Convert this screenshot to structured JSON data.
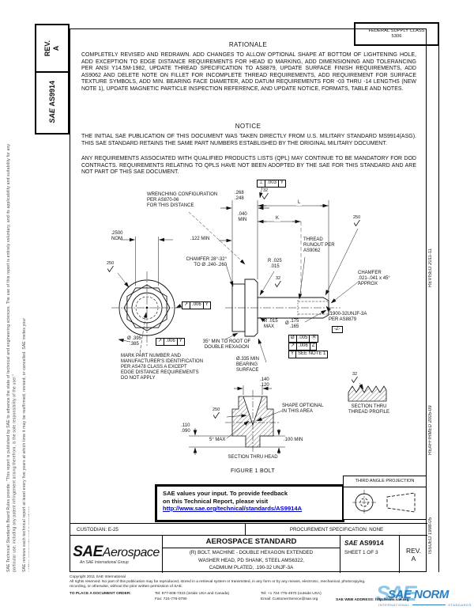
{
  "stamp": {
    "line1": "FEDERAL SUPPLY CLASS",
    "line2": "5306"
  },
  "side_left": {
    "rev_label": "REV.",
    "rev_value": "A",
    "sae": "SAE",
    "doc": "AS9914",
    "disclaimer1": "SAE Technical Standards Board Rules provide: \"This report is published by SAE to advance the state of technical and engineering sciences. The use of this report is entirely voluntary, and its applicability and suitability for any particular use, including any patent infringement arising therefrom, is the sole responsibility of the user.\"",
    "disclaimer2": "SAE reviews each technical report at least every five years at which time it may be reaffirmed, revised, or cancelled. SAE invites your written comments and suggestions."
  },
  "side_right": {
    "revised": "REVISED 2011-11",
    "reaffirmed": "REAFFIRMED 2005-09",
    "issued": "ISSUED 1998-05"
  },
  "rationale": {
    "heading": "RATIONALE",
    "body": "COMPLETELY REVISED AND REDRAWN.  ADD CHANGES TO ALLOW OPTIONAL SHAPE AT BOTTOM OF LIGHTENING HOLE, ADD EXCEPTION TO EDGE DISTANCE REQUIREMENTS FOR HEAD ID MARKING, ADD DIMENSIONING AND TOLERANCING PER ANSI Y14.5M-1982, UPDATE THREAD SPECIFICATION TO AS8879, UPDATE SURFACE FINISH REQUIREMENTS, ADD AS9062 AND DELETE NOTE ON FILLET FOR INCOMPLETE THREAD REQUIREMENTS, ADD REQUIREMENT FOR SURFACE TEXTURE SYMBOLS, ADD MIN. BEARING FACE DIAMETER, ADD DATUM REQUIREMENTS FOR -03 THRU -14 LENGTHS (NEW NOTE 1), UPDATE MAGNETIC PARTICLE INSPECTION REFERENCE, AND UPDATE NOTICE, FORMATS, TABLE AND NOTES."
  },
  "notice": {
    "heading": "NOTICE",
    "para1": "THE INITIAL SAE PUBLICATION OF THIS DOCUMENT WAS TAKEN DIRECTLY FROM U.S. MILITARY STANDARD MS9914(ASG).  THIS SAE STANDARD RETAINS THE SAME PART NUMBERS ESTABLISHED BY THE ORIGINAL MILITARY DOCUMENT.",
    "para2": "ANY REQUIREMENTS ASSOCIATED WITH QUALIFIED PRODUCTS LISTS (QPL) MAY CONTINUE TO BE MANDATORY FOR DOD CONTRACTS.  REQUIREMENTS RELATING TO QPLS HAVE NOT BEEN ADOPTED BY THE SAE FOR THIS STANDARD AND ARE NOT PART OF THIS SAE DOCUMENT."
  },
  "drawing": {
    "wrench1": "WRENCHING CONFIGURATION",
    "wrench2": "PER AS870-06",
    "wrench3": "FOR THIS DISTANCE",
    "dim_2500": ".2500",
    "dim_2500b": "NOM",
    "dim_122": ".122 MIN",
    "dim_268": ".268",
    "dim_248": ".248",
    "dim_040": ".040",
    "dim_040b": "MIN",
    "dim_L": "L",
    "dim_K": "K",
    "sf32": "32",
    "sf250": "250",
    "fcf_perp_sym": "⊥",
    "fcf_perp_val": ".003",
    "fcf_perp_dat": "Y",
    "chamfer_head1": "CHAMFER 28°-32°",
    "chamfer_head2": "TO Ø .240-.260",
    "runout1": "THREAD",
    "runout2": "RUNOUT PER",
    "runout3": "AS9062",
    "r025": "R .025",
    "r015": ".015",
    "chamfer_end1": "CHAMFER",
    "chamfer_end2": ".021-.041 x 45°",
    "chamfer_end3": "APPROX",
    "fcf_ro_sym": "↗",
    "fcf_ro_val": ".006",
    "fcf_ro_dat": "Y",
    "r015max1": "R .015",
    "r015max2": "MAX",
    "thread_callout1": ".1900-32UNJF-3A",
    "thread_callout2": "PER AS8879",
    "datum_z": "-Z-",
    "dia_sym": "Ø",
    "dim_175": ".175",
    "dim_165": ".165",
    "fcf_pos_sym": "Ø",
    "fcf_pos_val": ".005",
    "fcf_pos_mod": "Ⓜ",
    "fcf_ro2_sym": "↗",
    "fcf_ro2_val": ".006",
    "fcf_ro2_dat": "Z",
    "fcf_y": "Y",
    "fcf_y_note": "SEE NOTE 1",
    "dim_395": "Ø .395",
    "dim_385": ".385",
    "hex35_1": "35° MIN TO ROOT OF",
    "hex35_2": "DOUBLE HEXAGON",
    "bearing1": "Ø.335 MIN",
    "bearing2": "BEARING",
    "bearing3": "SURFACE",
    "mark1": "MARK PART NUMBER AND",
    "mark2": "MANUFACTURER'S IDENTIFICATION",
    "mark3": "PER AS478 CLASS A EXCEPT",
    "mark4": "EDGE DISTANCE REQUIREMENTS",
    "mark5": "DO NOT APPLY",
    "dim_140": ".140",
    "dim_120": ".120",
    "shape1": "SHAPE OPTIONAL",
    "shape2": "IN THIS AREA",
    "sect_thread1": "SECTION THRU",
    "sect_thread2": "THREAD PROFILE",
    "dim_110": ".110",
    "dim_090": ".090",
    "deg5": "5° MAX",
    "dim_100": ".100 MIN",
    "sect_head": "SECTION THRU HEAD",
    "figure": "FIGURE 1   BOLT"
  },
  "feedback": {
    "line1": "SAE values your input. To provide feedback",
    "line2": "on this Technical Report, please visit",
    "link": "http://www.sae.org/technical/standards/AS9914A"
  },
  "projection": {
    "title": "THIRD ANGLE PROJECTION"
  },
  "info_row": {
    "custodian": "CUSTODIAN: E-25",
    "procurement": "PROCUREMENT SPECIFICATION: NONE"
  },
  "title_block": {
    "sae": "SAE",
    "aerospace": "Aerospace",
    "tagline": "An SAE International Group",
    "standard": "AEROSPACE STANDARD",
    "title1": "(R) BOLT, MACHINE - DOUBLE HEXAGON EXTENDED",
    "title2": "WASHER HEAD, PD SHANK, STEEL AMS6322,",
    "title3": "CADMIUM PLATED, .190-32 UNJF-3A",
    "doc_sae": "SAE",
    "doc_number": "AS9914",
    "sheet": "SHEET 1 OF 3",
    "rev_label": "REV.",
    "rev_value": "A"
  },
  "footer": {
    "copyright": "Copyright 2011 SAE International",
    "rights1": "All rights reserved. No part of this publication may be reproduced, stored in a retrieval system or transmitted, in any form or by any means, electronic, mechanical, photocopying,",
    "rights2": "recording, or otherwise, without the prior written permission of SAE.",
    "order": "TO PLACE A DOCUMENT ORDER:",
    "tel_us": "Tel: 877-606-7323 (inside USA and Canada)",
    "tel_intl": "Tel: +1 724-776-4970 (outside USA)",
    "fax": "Fax: 724-776-0790",
    "email": "Email: CustomerService@sae.org",
    "web": "SAE WEB ADDRESS: http://www.sae.org",
    "wm_back": "SAE",
    "wm_front": "SAE NORM",
    "wm_sub_left": "INTERNATIONAL",
    "wm_sub_right": "STANDARDS"
  },
  "colors": {
    "link": "#0000cc",
    "watermark_light": "#8ec6e8",
    "watermark_dark": "#2d7fc1"
  }
}
